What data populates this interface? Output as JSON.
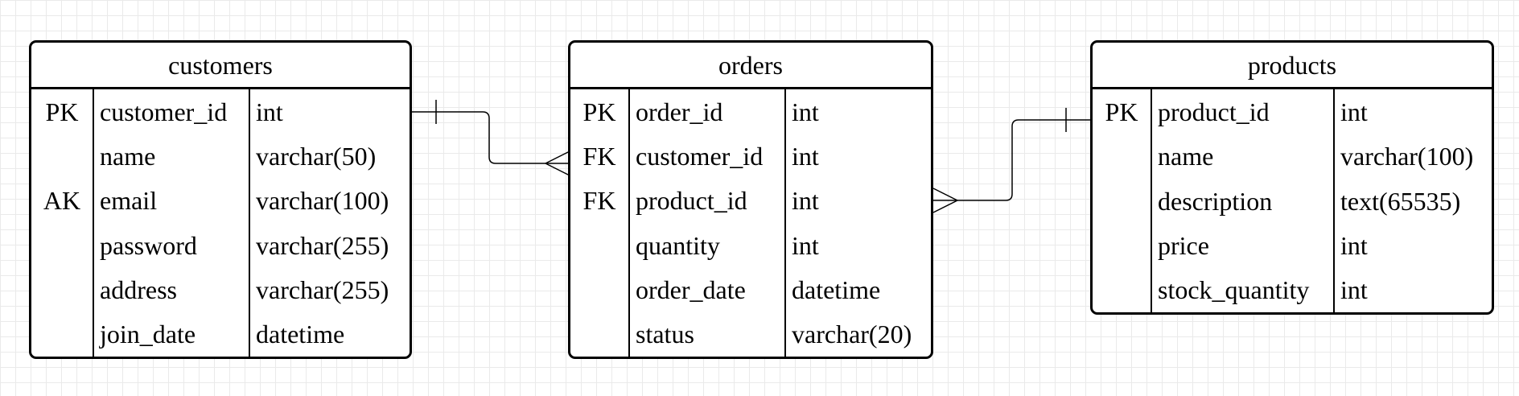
{
  "diagram": {
    "entities": [
      {
        "id": "customers",
        "title": "customers",
        "rows": [
          {
            "key": "PK",
            "name": "customer_id",
            "type": "int"
          },
          {
            "key": "",
            "name": "name",
            "type": "varchar(50)"
          },
          {
            "key": "AK",
            "name": "email",
            "type": "varchar(100)"
          },
          {
            "key": "",
            "name": "password",
            "type": "varchar(255)"
          },
          {
            "key": "",
            "name": "address",
            "type": "varchar(255)"
          },
          {
            "key": "",
            "name": "join_date",
            "type": "datetime"
          }
        ]
      },
      {
        "id": "orders",
        "title": "orders",
        "rows": [
          {
            "key": "PK",
            "name": "order_id",
            "type": "int"
          },
          {
            "key": "FK",
            "name": "customer_id",
            "type": "int"
          },
          {
            "key": "FK",
            "name": "product_id",
            "type": "int"
          },
          {
            "key": "",
            "name": "quantity",
            "type": "int"
          },
          {
            "key": "",
            "name": "order_date",
            "type": "datetime"
          },
          {
            "key": "",
            "name": "status",
            "type": "varchar(20)"
          }
        ]
      },
      {
        "id": "products",
        "title": "products",
        "rows": [
          {
            "key": "PK",
            "name": "product_id",
            "type": "int"
          },
          {
            "key": "",
            "name": "name",
            "type": "varchar(100)"
          },
          {
            "key": "",
            "name": "description",
            "type": "text(65535)"
          },
          {
            "key": "",
            "name": "price",
            "type": "int"
          },
          {
            "key": "",
            "name": "stock_quantity",
            "type": "int"
          }
        ]
      }
    ],
    "relationships": [
      {
        "from": "customers.customer_id",
        "to": "orders.customer_id",
        "from_end": "one",
        "to_end": "many"
      },
      {
        "from": "products.product_id",
        "to": "orders.product_id",
        "from_end": "one",
        "to_end": "many"
      }
    ]
  }
}
